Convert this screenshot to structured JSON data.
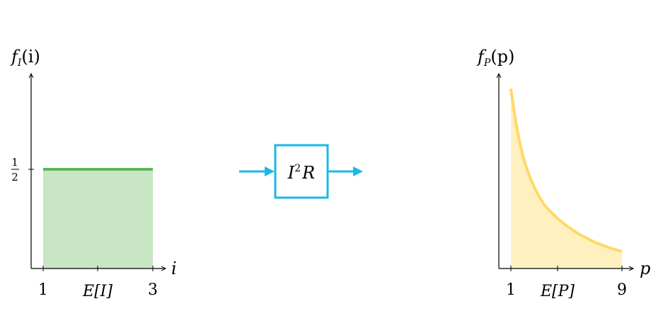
{
  "colors": {
    "uniform_fill": "#c8e6c4",
    "uniform_line": "#5db55a",
    "power_fill": "#fff0bf",
    "power_line": "#ffd966",
    "block_border": "#1ab8e8",
    "arrow": "#1ab8e8"
  },
  "left": {
    "y_label": "f",
    "y_label_sub": "I",
    "y_label_arg": "(i)",
    "x_label": "i",
    "tick_half_num": "1",
    "tick_half_den": "2",
    "tick_low": "1",
    "tick_mean": "E[I]",
    "tick_high": "3"
  },
  "block": {
    "label_base": "I",
    "label_exp": "2",
    "label_rest": "R"
  },
  "right": {
    "y_label": "f",
    "y_label_sub": "P",
    "y_label_arg": "(p)",
    "x_label": "p",
    "tick_low": "1",
    "tick_mean": "E[P]",
    "tick_high": "9"
  }
}
